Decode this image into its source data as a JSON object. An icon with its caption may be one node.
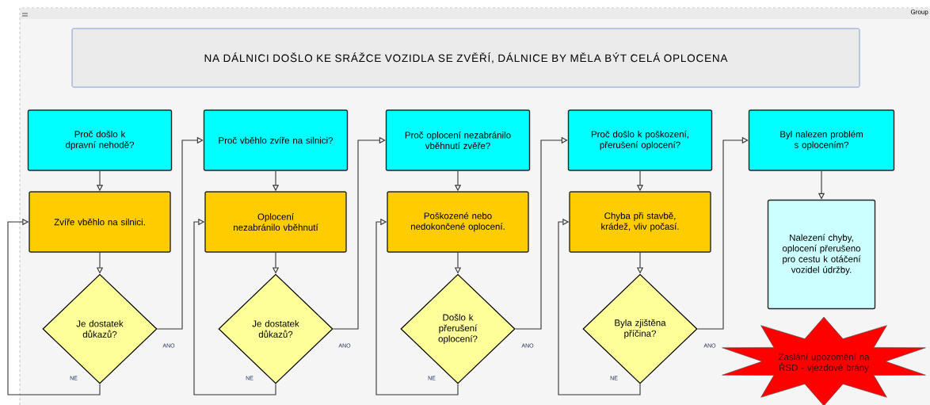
{
  "diagram": {
    "nodes": [
      {
        "text": [
          "NA DÁLNICI DOŠLO KE SRÁŽCE VOZIDLA SE ZVĚŘÍ, DÁLNICE BY MĚLA BÝT CELÁ OPLOCENA"
        ]
      },
      {
        "text": [
          "Proč došlo k dpravní nehodě?"
        ]
      },
      {
        "text": [
          "Zvíře vběhlo na silnici."
        ]
      },
      {
        "text": [
          "Je dostatek důkazů?"
        ]
      },
      {
        "text": [
          "Proč vběhlo zvíře na silnici?"
        ]
      },
      {
        "text": [
          "Oplocení nezabránilo vběhnutí"
        ]
      },
      {
        "text": [
          "Je dostatek důkazů?"
        ]
      },
      {
        "text": [
          "Proč oplocení nezabránilo vběhnutí zvěře?"
        ]
      },
      {
        "text": [
          "Poškozené nebo nedokončené oplocení."
        ]
      },
      {
        "text": [
          "Došlo k přerušení oplocení?"
        ]
      },
      {
        "text": [
          "Proč došlo k poškození, přerušení oplocení?"
        ]
      },
      {
        "text": [
          "Chyba při stavbě, krádež, vliv počasí."
        ]
      },
      {
        "text": [
          "Byla zjištěna příčina?"
        ]
      },
      {
        "text": [
          "Byl nalezen problém s oplocením?"
        ]
      },
      {
        "text": [
          "Nalezení chyby, oplocení přerušeno pro cestu k otáčení vozidel údržby."
        ]
      },
      {
        "text": [
          "Zaslání upozomění na ŘSD - vjezdové brány"
        ]
      }
    ],
    "edges": [
      {
        "from": 1,
        "to": 2,
        "arrow": "to"
      },
      {
        "from": 2,
        "to": 3,
        "arrow": "to"
      },
      {
        "from": 3,
        "to": 4,
        "arrow": "to",
        "label": "ANO"
      },
      {
        "from": 3,
        "to": 2,
        "arrow": "to",
        "label": "NE"
      },
      {
        "from": 4,
        "to": 5,
        "arrow": "to"
      },
      {
        "from": 5,
        "to": 6,
        "arrow": "to"
      },
      {
        "from": 6,
        "to": 7,
        "arrow": "to",
        "label": "ANO"
      },
      {
        "from": 6,
        "to": 5,
        "arrow": "to",
        "label": "NE"
      },
      {
        "from": 7,
        "to": 8,
        "arrow": "to"
      },
      {
        "from": 8,
        "to": 9,
        "arrow": "to"
      },
      {
        "from": 9,
        "to": 10,
        "arrow": "to",
        "label": "ANO"
      },
      {
        "from": 9,
        "to": 8,
        "arrow": "to",
        "label": "NE"
      },
      {
        "from": 10,
        "to": 11,
        "arrow": "to"
      },
      {
        "from": 11,
        "to": 12,
        "arrow": "to"
      },
      {
        "from": 12,
        "to": 13,
        "arrow": "to",
        "label": "ANO"
      },
      {
        "from": 12,
        "to": 11,
        "arrow": "to",
        "label": "NE"
      },
      {
        "from": 13,
        "to": 14,
        "arrow": "to"
      }
    ],
    "labels": [
      "Group"
    ]
  }
}
